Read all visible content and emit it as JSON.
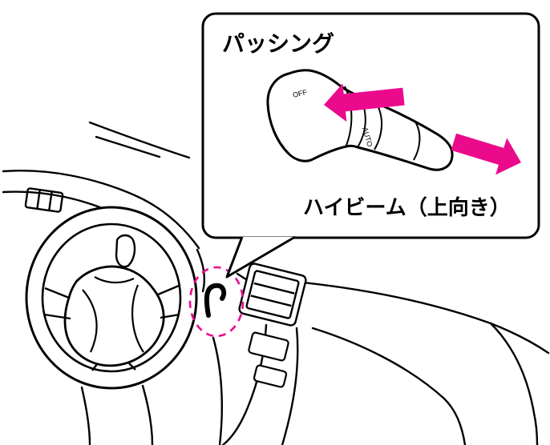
{
  "callout": {
    "passing_label": "パッシング",
    "high_beam_label": "ハイビーム（上向き）"
  },
  "stalk": {
    "marking_off": "OFF",
    "marking_auto": "AUTO"
  },
  "colors": {
    "line": "#000000",
    "accent": "#EB0A8C",
    "background": "#FFFFFF"
  }
}
